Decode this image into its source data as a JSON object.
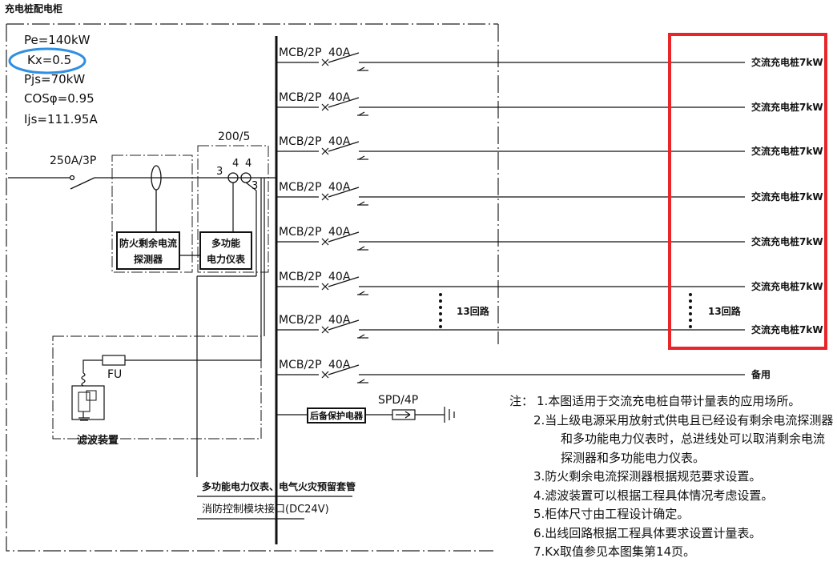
{
  "title": "充电桩配电柜",
  "params": [
    "Pe=140kW",
    "Kx=0.5",
    "Pjs=70kW",
    "COSφ=0.95",
    "Ijs=111.95A"
  ],
  "incomer": {
    "breaker": "250A/3P",
    "ct_ratio": "200/5",
    "ct_terminals": [
      "3",
      "4",
      "4",
      "3"
    ]
  },
  "devices": {
    "rcd_line1": "防火剩余电流",
    "rcd_line2": "探测器",
    "meter_line1": "多功能",
    "meter_line2": "电力仪表",
    "fuse": "FU",
    "filter": "滤波装置",
    "backup": "后备保护电器",
    "spd": "SPD/4P"
  },
  "conduit_label": "多功能电力仪表、电气火灾预留套管",
  "fire_interface": "消防控制模块接口(DC24V)",
  "breaker_label": "MCB/2P",
  "breaker_rating": "40A",
  "feeders": [
    "交流充电桩7kW",
    "交流充电桩7kW",
    "交流充电桩7kW",
    "交流充电桩7kW",
    "交流充电桩7kW",
    "交流充电桩7kW",
    "交流充电桩7kW"
  ],
  "spare": "备用",
  "loop_count": "13回路",
  "notes": {
    "head": "注：",
    "items": [
      "1.本图适用于交流充电桩自带计量表的应用场所。",
      "2.当上级电源采用放射式供电且已经设有剩余电流探测器和多功能电力仪表时，总进线处可以取消剩余电流探测器和多功能电力仪表。",
      "3.防火剩余电流探测器根据规范要求设置。",
      "4.滤波装置可以根据工程具体情况考虑设置。",
      "5.柜体尺寸由工程设计确定。",
      "6.出线回路根据工程具体要求设置计量表。",
      "7.Kx取值参见本图集第14页。"
    ]
  },
  "highlight_colors": {
    "red_box": "#e8262a",
    "blue_ellipse": "#2f8fe0"
  }
}
